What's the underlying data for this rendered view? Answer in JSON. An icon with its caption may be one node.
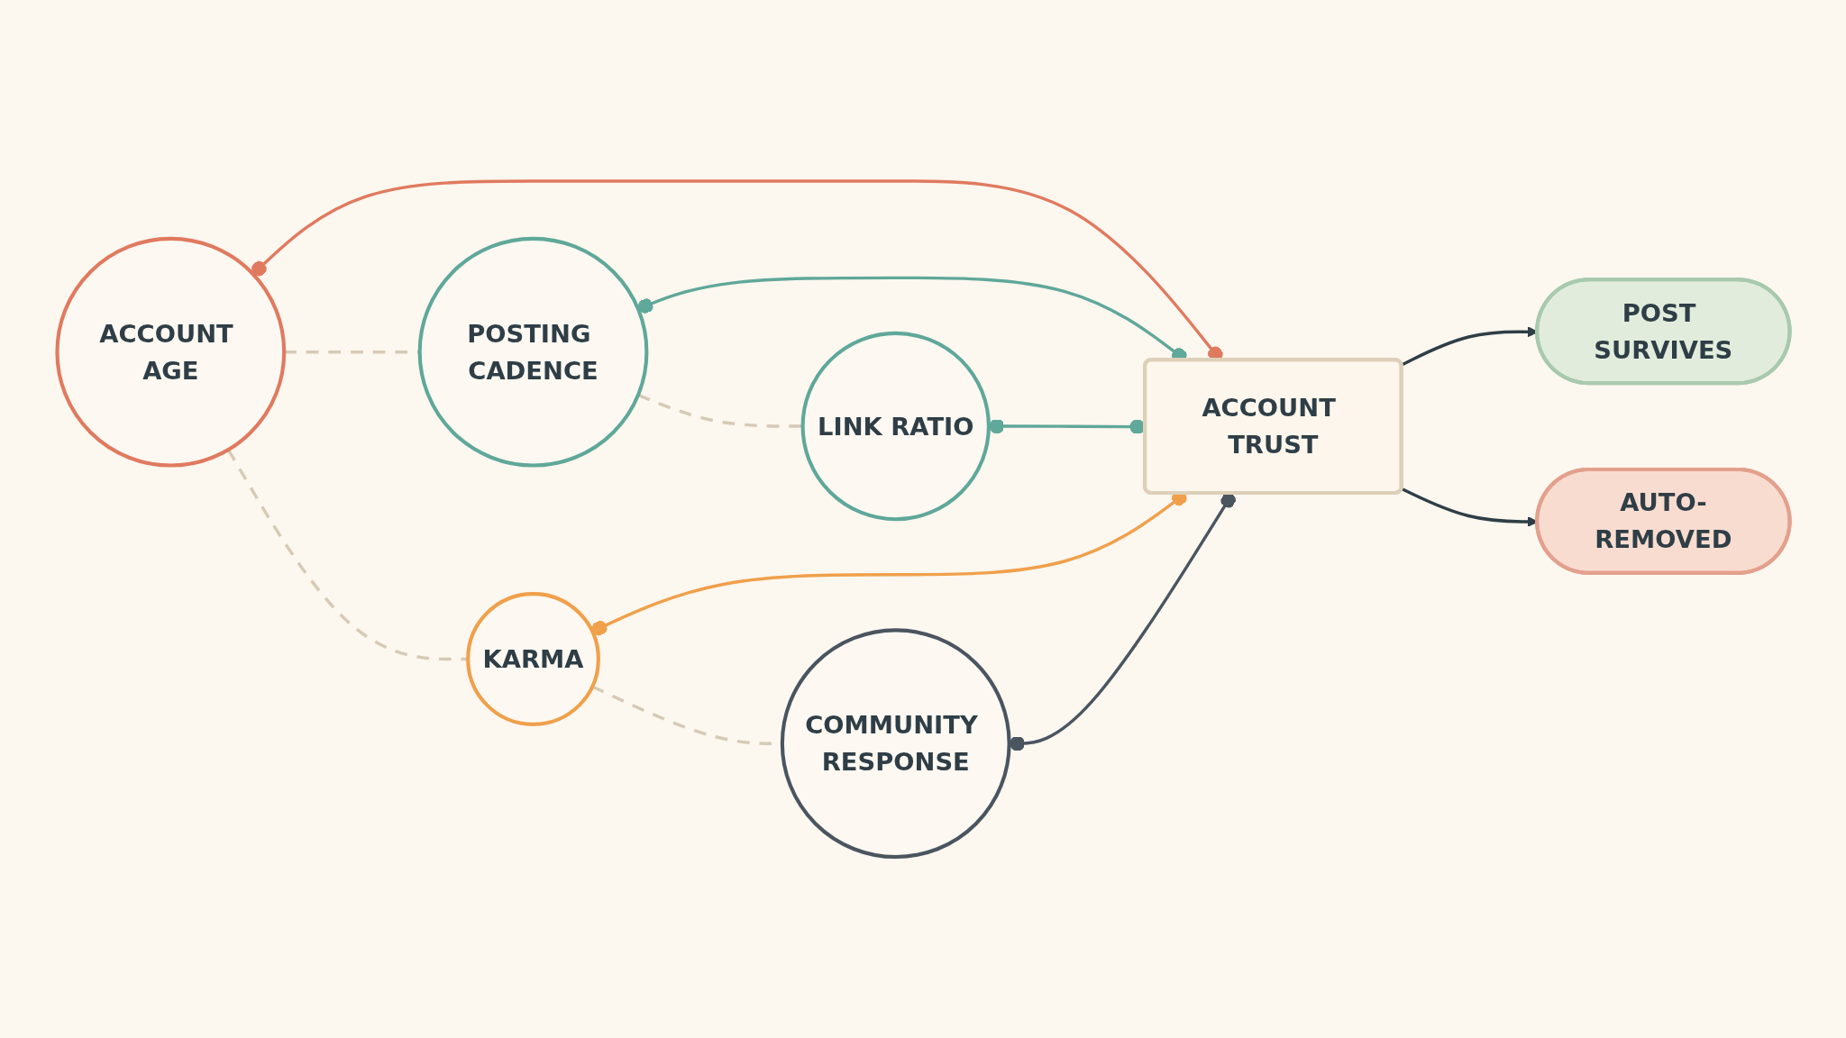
{
  "diagram": {
    "nodes": [
      {
        "text": [
          "POSTING CADENCE"
        ]
      },
      {
        "text": [
          "ACCOUNT AGE"
        ]
      },
      {
        "text": [
          "LINK RATIO"
        ]
      },
      {
        "text": [
          "ACCOUNT TRUST"
        ]
      },
      {
        "text": [
          "POST SURVIVES"
        ]
      },
      {
        "text": [
          "KARMA"
        ]
      },
      {
        "text": [
          "AUTO-REMOVED"
        ]
      },
      {
        "text": [
          "COMMUNITY RESPONSE"
        ]
      }
    ],
    "edges": [
      {
        "from": 0,
        "to": 3,
        "arrow": "other",
        "color": "#5fa89a"
      },
      {
        "from": 1,
        "to": 3,
        "arrow": "other",
        "color": "#e07a5f"
      },
      {
        "from": 2,
        "to": 3,
        "arrow": "other",
        "color": "#5fa89a"
      },
      {
        "from": 5,
        "to": 3,
        "arrow": "other",
        "color": "#f0a04b"
      },
      {
        "from": 7,
        "to": 3,
        "arrow": "other",
        "color": "#4a5560"
      },
      {
        "from": 3,
        "to": 4,
        "arrow": "to",
        "color": "#2f3e46"
      },
      {
        "from": 3,
        "to": 6,
        "arrow": "to",
        "color": "#2f3e46"
      },
      {
        "from": 1,
        "to": 0,
        "arrow": "none",
        "style": "dashed",
        "color": "#d6cab6"
      },
      {
        "from": 0,
        "to": 2,
        "arrow": "none",
        "style": "dashed",
        "color": "#d6cab6"
      },
      {
        "from": 1,
        "to": 5,
        "arrow": "none",
        "style": "dashed",
        "color": "#d6cab6"
      },
      {
        "from": 5,
        "to": 7,
        "arrow": "none",
        "style": "dashed",
        "color": "#d6cab6"
      }
    ]
  }
}
